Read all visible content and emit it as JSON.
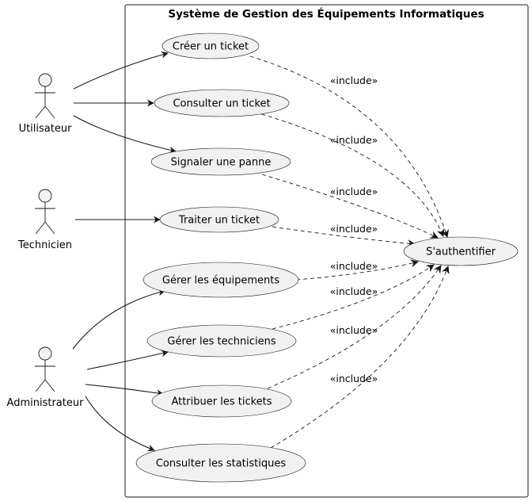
{
  "system": {
    "title": "Système de Gestion des Équipements Informatiques"
  },
  "actors": [
    {
      "id": "utilisateur",
      "label": "Utilisateur"
    },
    {
      "id": "technicien",
      "label": "Technicien"
    },
    {
      "id": "administrateur",
      "label": "Administrateur"
    }
  ],
  "use_cases": [
    {
      "id": "creer-ticket",
      "label": "Créer un ticket"
    },
    {
      "id": "consulter-ticket",
      "label": "Consulter un ticket"
    },
    {
      "id": "signaler-panne",
      "label": "Signaler une panne"
    },
    {
      "id": "traiter-ticket",
      "label": "Traiter un ticket"
    },
    {
      "id": "gerer-equipements",
      "label": "Gérer les équipements"
    },
    {
      "id": "gerer-techniciens",
      "label": "Gérer les techniciens"
    },
    {
      "id": "attribuer-tickets",
      "label": "Attribuer les tickets"
    },
    {
      "id": "consulter-statistiques",
      "label": "Consulter les statistiques"
    },
    {
      "id": "authentifier",
      "label": "S'authentifier"
    }
  ],
  "associations": [
    {
      "actor": "utilisateur",
      "use_case": "creer-ticket"
    },
    {
      "actor": "utilisateur",
      "use_case": "consulter-ticket"
    },
    {
      "actor": "utilisateur",
      "use_case": "signaler-panne"
    },
    {
      "actor": "technicien",
      "use_case": "traiter-ticket"
    },
    {
      "actor": "administrateur",
      "use_case": "gerer-equipements"
    },
    {
      "actor": "administrateur",
      "use_case": "gerer-techniciens"
    },
    {
      "actor": "administrateur",
      "use_case": "attribuer-tickets"
    },
    {
      "actor": "administrateur",
      "use_case": "consulter-statistiques"
    }
  ],
  "includes": [
    {
      "from": "creer-ticket",
      "to": "authentifier",
      "label": "«include»"
    },
    {
      "from": "consulter-ticket",
      "to": "authentifier",
      "label": "«include»"
    },
    {
      "from": "signaler-panne",
      "to": "authentifier",
      "label": "«include»"
    },
    {
      "from": "traiter-ticket",
      "to": "authentifier",
      "label": "«include»"
    },
    {
      "from": "gerer-equipements",
      "to": "authentifier",
      "label": "«include»"
    },
    {
      "from": "gerer-techniciens",
      "to": "authentifier",
      "label": "«include»"
    },
    {
      "from": "attribuer-tickets",
      "to": "authentifier",
      "label": "«include»"
    },
    {
      "from": "consulter-statistiques",
      "to": "authentifier",
      "label": "«include»"
    }
  ]
}
